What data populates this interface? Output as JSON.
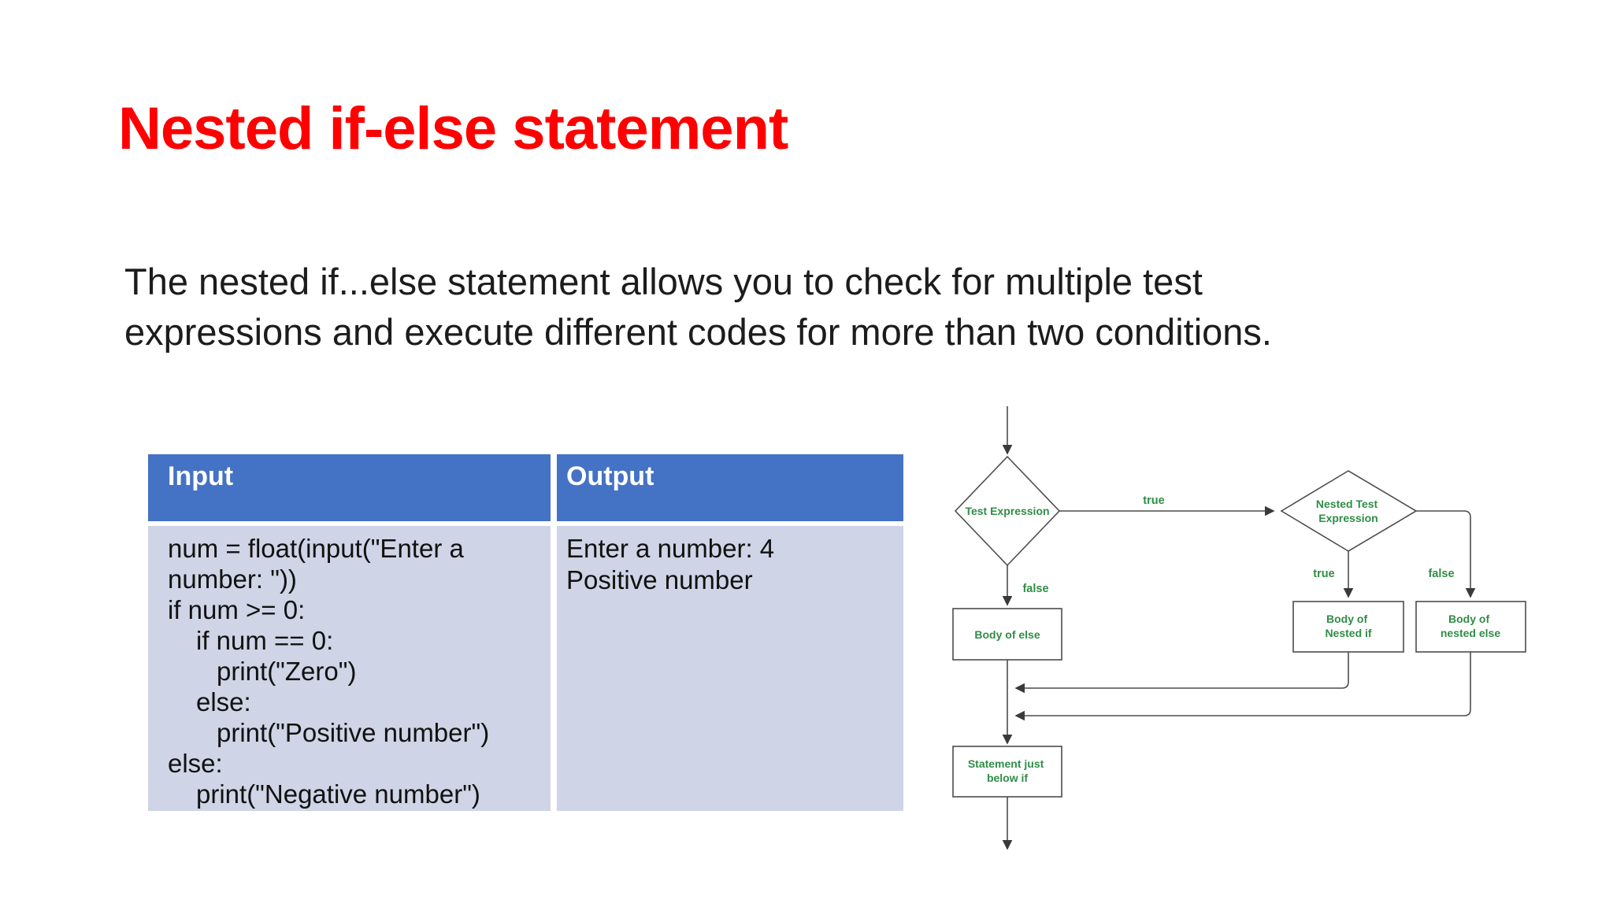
{
  "slide": {
    "title": "Nested if-else statement",
    "paragraph_line1": "The nested if...else statement allows you to check for multiple test",
    "paragraph_line2": "expressions and execute different codes for more than two conditions."
  },
  "table": {
    "headers": {
      "input": "Input",
      "output": "Output"
    },
    "input_code_lines": [
      "num = float(input(\"Enter a",
      "number: \"))",
      "if num >= 0:",
      "if num == 0:",
      "print(\"Zero\")",
      "else:",
      "print(\"Positive number\")",
      "else:",
      "print(\"Negative number\")"
    ],
    "output_lines": [
      "Enter a number: 4",
      "Positive number"
    ]
  },
  "flowchart": {
    "test_expression": "Test Expression",
    "nested_test_line1": "Nested Test",
    "nested_test_line2": "Expression",
    "edge_true_top": "true",
    "edge_false_left": "false",
    "edge_true_nested": "true",
    "edge_false_nested": "false",
    "body_of_else": "Body of else",
    "body_nested_if_line1": "Body of",
    "body_nested_if_line2": "Nested if",
    "body_nested_else_line1": "Body of",
    "body_nested_else_line2": "nested else",
    "statement_line1": "Statement just",
    "statement_line2": "below if"
  },
  "colors": {
    "title_red": "#FF0000",
    "table_header_blue": "#4472C4",
    "table_body_lavender": "#CFD4E6",
    "flow_green": "#2F8D46",
    "flow_line_gray": "#4D4D4D"
  }
}
